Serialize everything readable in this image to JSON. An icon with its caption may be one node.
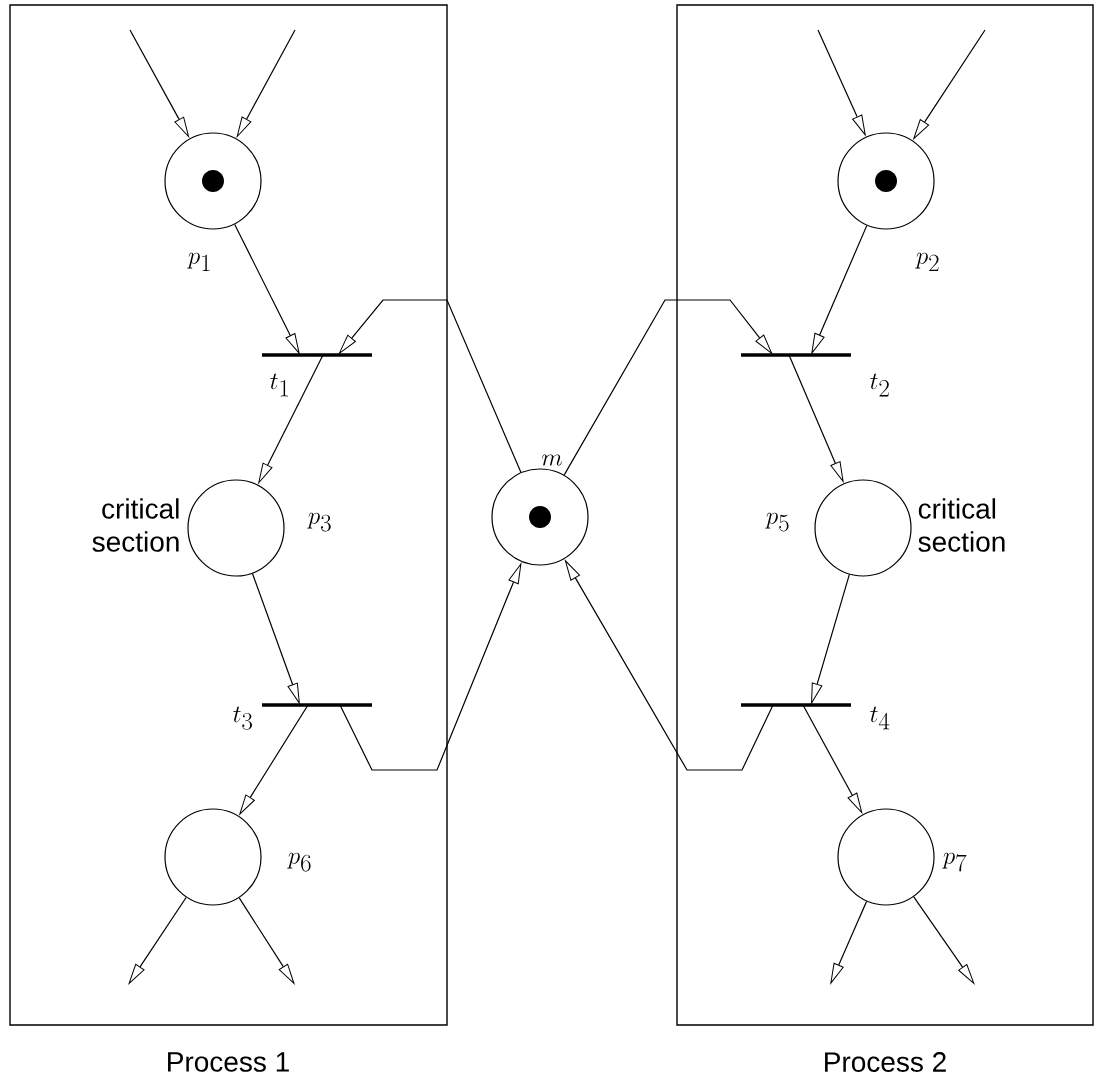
{
  "diagram": {
    "nodes": [
      {
        "text": [
          "Process 1"
        ]
      },
      {
        "text": [
          "p_1"
        ],
        "in": 0
      },
      {
        "text": [
          "t_1"
        ],
        "in": 0
      },
      {
        "text": [
          "p_3"
        ],
        "beside": [
          "critical section"
        ],
        "in": 0
      },
      {
        "text": [
          "t_3"
        ],
        "in": 0
      },
      {
        "text": [
          "p_6"
        ],
        "in": 0
      },
      {
        "text": [
          "m"
        ]
      },
      {
        "text": [
          "Process 2"
        ]
      },
      {
        "text": [
          "p_2"
        ],
        "in": 7
      },
      {
        "text": [
          "t_2"
        ],
        "in": 7
      },
      {
        "text": [
          "p_5"
        ],
        "beside": [
          "critical section"
        ],
        "in": 7
      },
      {
        "text": [
          "t_4"
        ],
        "in": 7
      },
      {
        "text": [
          "p_7"
        ],
        "in": 7
      }
    ],
    "edges": [
      {
        "from": null,
        "to": 1,
        "arrow": "to"
      },
      {
        "from": null,
        "to": 1,
        "arrow": "to"
      },
      {
        "from": 1,
        "to": 2,
        "arrow": "to"
      },
      {
        "from": 6,
        "to": 2,
        "arrow": "to"
      },
      {
        "from": 2,
        "to": 3,
        "arrow": "to"
      },
      {
        "from": 3,
        "to": 4,
        "arrow": "to"
      },
      {
        "from": 4,
        "to": 5,
        "arrow": "to"
      },
      {
        "from": 4,
        "to": 6,
        "arrow": "to"
      },
      {
        "from": 5,
        "to": null,
        "arrow": "to"
      },
      {
        "from": 5,
        "to": null,
        "arrow": "to"
      },
      {
        "from": null,
        "to": 8,
        "arrow": "to"
      },
      {
        "from": null,
        "to": 8,
        "arrow": "to"
      },
      {
        "from": 8,
        "to": 9,
        "arrow": "to"
      },
      {
        "from": 6,
        "to": 9,
        "arrow": "to"
      },
      {
        "from": 9,
        "to": 10,
        "arrow": "to"
      },
      {
        "from": 10,
        "to": 11,
        "arrow": "to"
      },
      {
        "from": 11,
        "to": 12,
        "arrow": "to"
      },
      {
        "from": 11,
        "to": 6,
        "arrow": "to"
      },
      {
        "from": 12,
        "to": null,
        "arrow": "to"
      },
      {
        "from": 12,
        "to": null,
        "arrow": "to"
      }
    ]
  }
}
